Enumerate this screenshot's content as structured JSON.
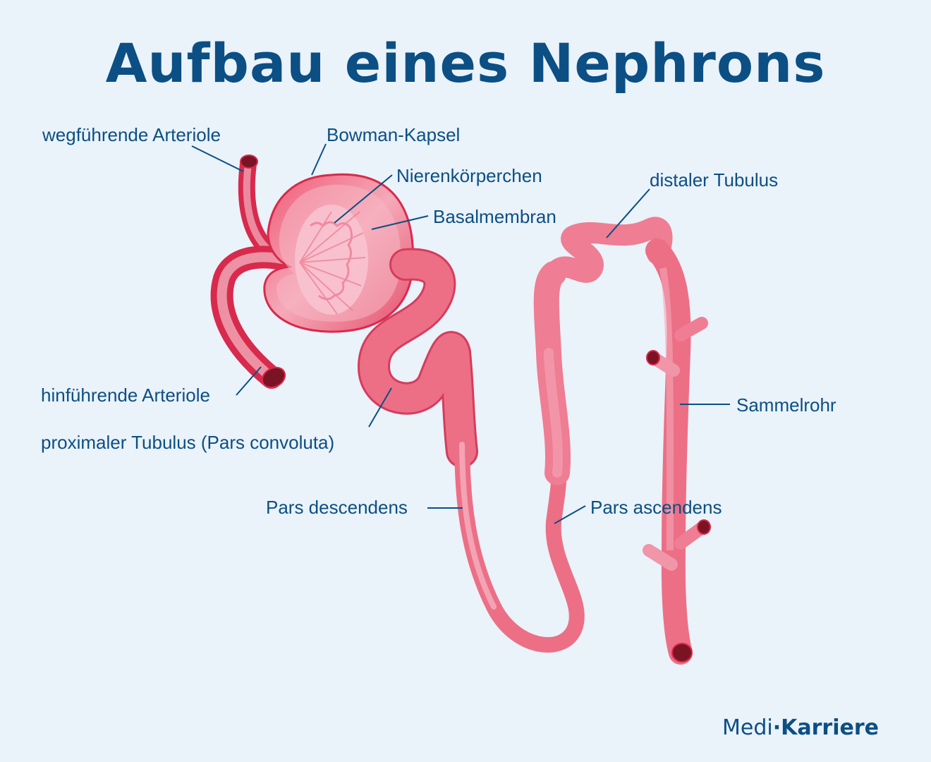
{
  "title": "Aufbau eines Nephrons",
  "labels": {
    "efferent_arteriole": "wegführende Arteriole",
    "bowman_capsule": "Bowman-Kapsel",
    "renal_corpuscle": "Nierenkörperchen",
    "basement_membrane": "Basalmembran",
    "distal_tubule": "distaler Tubulus",
    "afferent_arteriole": "hinführende Arteriole",
    "proximal_tubule": "proximaler Tubulus (Pars convoluta)",
    "collecting_duct": "Sammelrohr",
    "descending_limb": "Pars descendens",
    "ascending_limb": "Pars ascendens"
  },
  "brand": {
    "prefix": "Medi",
    "separator": "·",
    "suffix": "Karriere"
  },
  "colors": {
    "background": "#eaf2fa",
    "text": "#0b4f84",
    "tissue_dark": "#e0405e",
    "tissue_mid": "#ec6f86",
    "tissue_light": "#f4a6b6",
    "vessel_lumen": "#7a1424"
  }
}
